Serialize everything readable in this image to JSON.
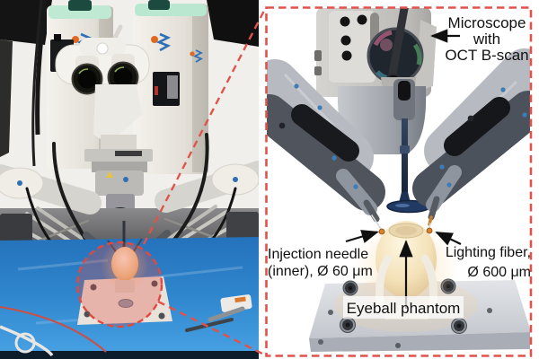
{
  "figure_labels": {
    "microscope": {
      "line1": "Microscope",
      "line2": "with",
      "line3": "OCT B-scan"
    },
    "injection_needle": {
      "line1": "Injection needle",
      "line2": "(inner), Ø 60 μm"
    },
    "lighting_fiber": {
      "line1": "Lighting fiber,",
      "line2": "Ø 600 μm"
    },
    "eyeball_phantom": {
      "text": "Eyeball phantom"
    }
  },
  "colors": {
    "callout_red": "#e0534a",
    "callout_circle_fill": "rgba(226,74,62,0.30)",
    "table_blue": "#2f86cd",
    "annotation_text": "#111111",
    "label_box_background": "rgba(255,255,255,0.72)",
    "panel_background": "#ffffff",
    "eyeball_cream": "#f4e2b8",
    "instrument_navy": "#1d3156",
    "trocar_orange": "#d8822a"
  }
}
